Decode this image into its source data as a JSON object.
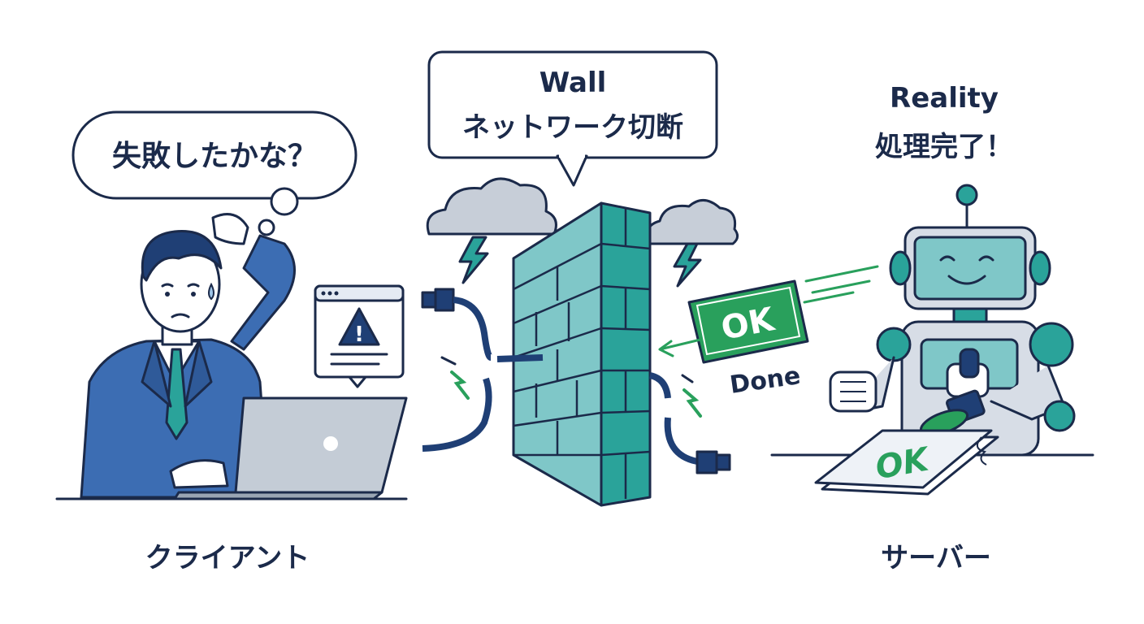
{
  "client": {
    "thought_bubble_text": "失敗したかな？",
    "label": "クライアント",
    "alert_symbol": "!"
  },
  "wall": {
    "bubble_title": "Wall",
    "bubble_text": "ネットワーク切断"
  },
  "server": {
    "title": "Reality",
    "status_text": "処理完了！",
    "label": "サーバー"
  },
  "ok_ticket": {
    "text": "OK",
    "caption": "Done"
  },
  "stamped_paper_text": "OK",
  "colors": {
    "navy": "#1b2a4a",
    "blue": "#3c6db3",
    "teal": "#2aa39a",
    "green": "#29a05c",
    "gray_cloud": "#c7ced8",
    "paper": "#eef2f7"
  },
  "icons": [
    "thought-bubble",
    "warning-icon",
    "laptop",
    "cloud",
    "lightning-icon",
    "brick-wall",
    "network-cable",
    "robot",
    "rubber-stamp"
  ]
}
